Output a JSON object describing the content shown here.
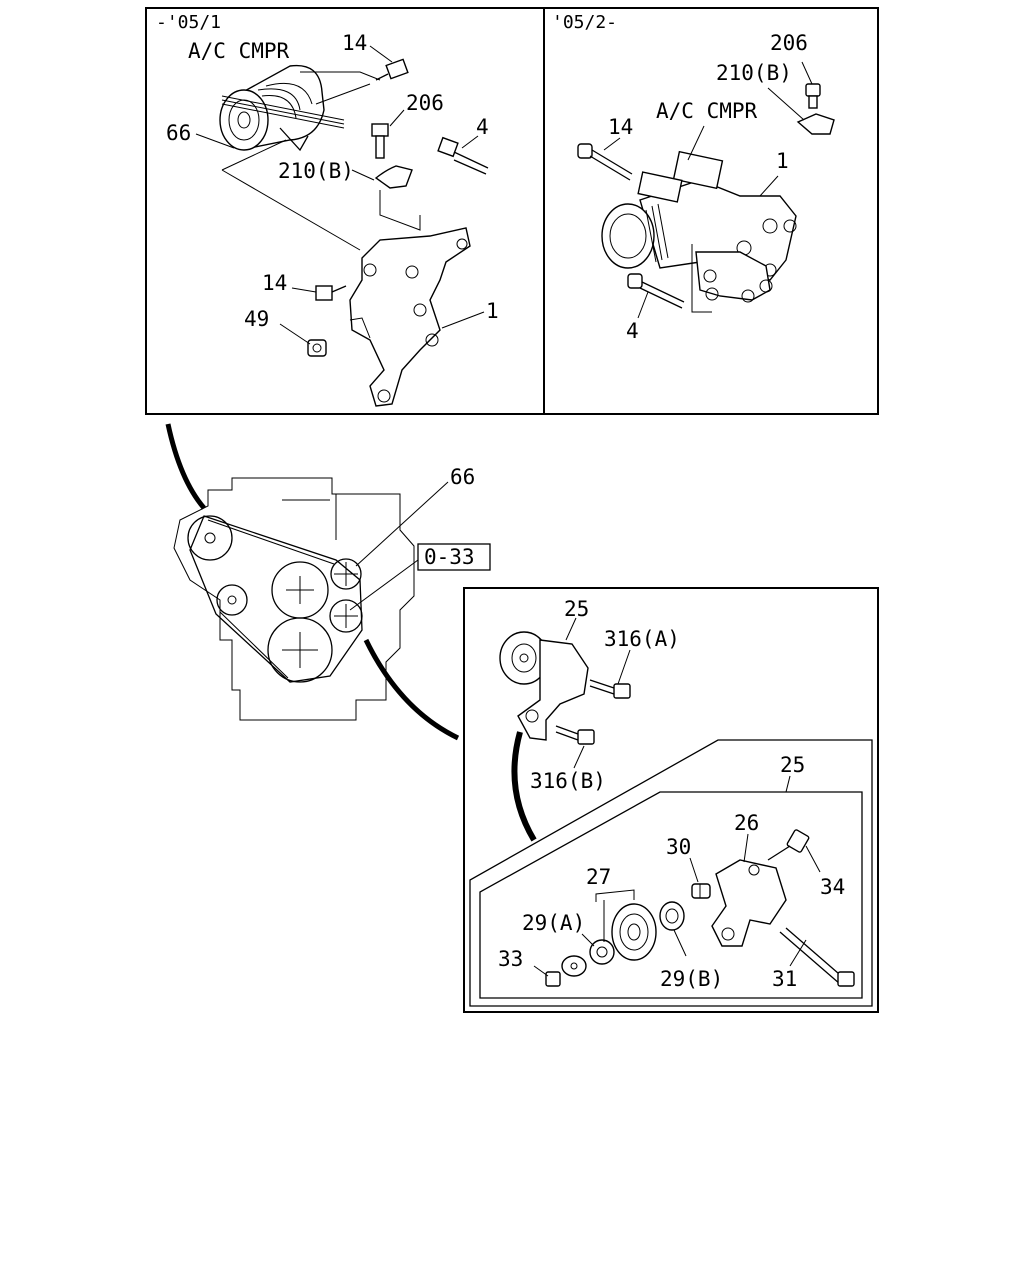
{
  "diagram": {
    "panel_left": {
      "header": "-'05/1",
      "labels": {
        "ac_cmpr": "A/C CMPR",
        "p14_top": "14",
        "p206": "206",
        "p4": "4",
        "p66": "66",
        "p210b": "210(B)",
        "p14_bottom": "14",
        "p1": "1",
        "p49": "49"
      }
    },
    "panel_right": {
      "header": "'05/2-",
      "labels": {
        "p206": "206",
        "p210b": "210(B)",
        "ac_cmpr": "A/C CMPR",
        "p14": "14",
        "p1": "1",
        "p4": "4"
      }
    },
    "engine": {
      "labels": {
        "p66": "66",
        "ref": "0-33"
      }
    },
    "tensioner_panel": {
      "labels": {
        "p25_top": "25",
        "p316a": "316(A)",
        "p316b": "316(B)",
        "p25_inner": "25",
        "p26": "26",
        "p30": "30",
        "p34": "34",
        "p27": "27",
        "p29a": "29(A)",
        "p33": "33",
        "p29b": "29(B)",
        "p31": "31"
      }
    }
  }
}
